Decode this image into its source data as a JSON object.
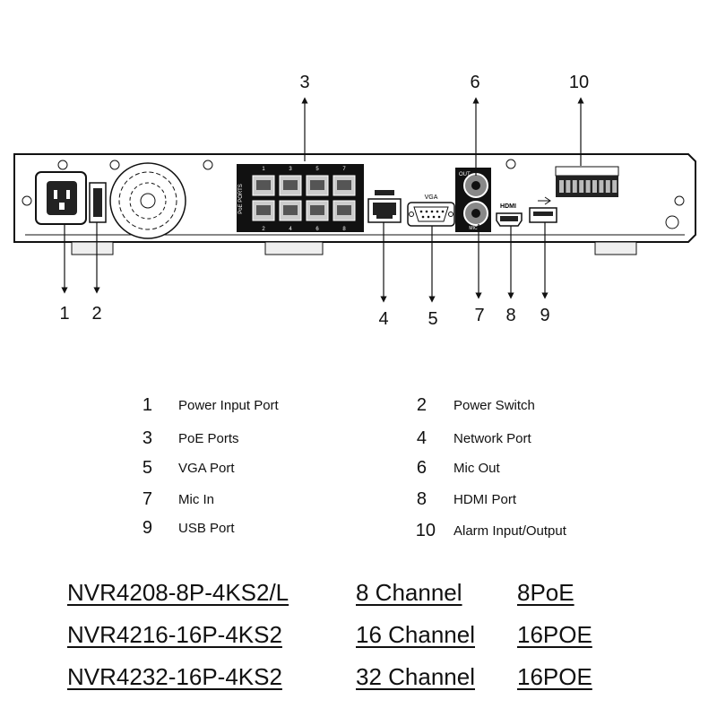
{
  "callouts": [
    "1",
    "2",
    "3",
    "4",
    "5",
    "6",
    "7",
    "8",
    "9",
    "10"
  ],
  "panel_labels": {
    "poe_ports": "PoE PORTS",
    "poe_top": [
      "1",
      "3",
      "5",
      "7"
    ],
    "poe_bottom": [
      "2",
      "4",
      "6",
      "8"
    ],
    "vga": "VGA",
    "mic_out": "OUT",
    "mic_in": "MIC",
    "hdmi": "HDMI"
  },
  "legend": [
    {
      "num": "1",
      "label": "Power Input Port"
    },
    {
      "num": "2",
      "label": "Power Switch"
    },
    {
      "num": "3",
      "label": "PoE Ports"
    },
    {
      "num": "4",
      "label": "Network Port"
    },
    {
      "num": "5",
      "label": "VGA Port"
    },
    {
      "num": "6",
      "label": "Mic Out"
    },
    {
      "num": "7",
      "label": "Mic In"
    },
    {
      "num": "8",
      "label": "HDMI Port"
    },
    {
      "num": "9",
      "label": "USB Port"
    },
    {
      "num": "10",
      "label": "Alarm Input/Output"
    }
  ],
  "models": [
    {
      "name": "NVR4208-8P-4KS2/L",
      "channels": "8 Channel",
      "poe": "8PoE"
    },
    {
      "name": "NVR4216-16P-4KS2",
      "channels": "16 Channel",
      "poe": "16POE"
    },
    {
      "name": "NVR4232-16P-4KS2",
      "channels": "32 Channel",
      "poe": "16POE"
    }
  ]
}
